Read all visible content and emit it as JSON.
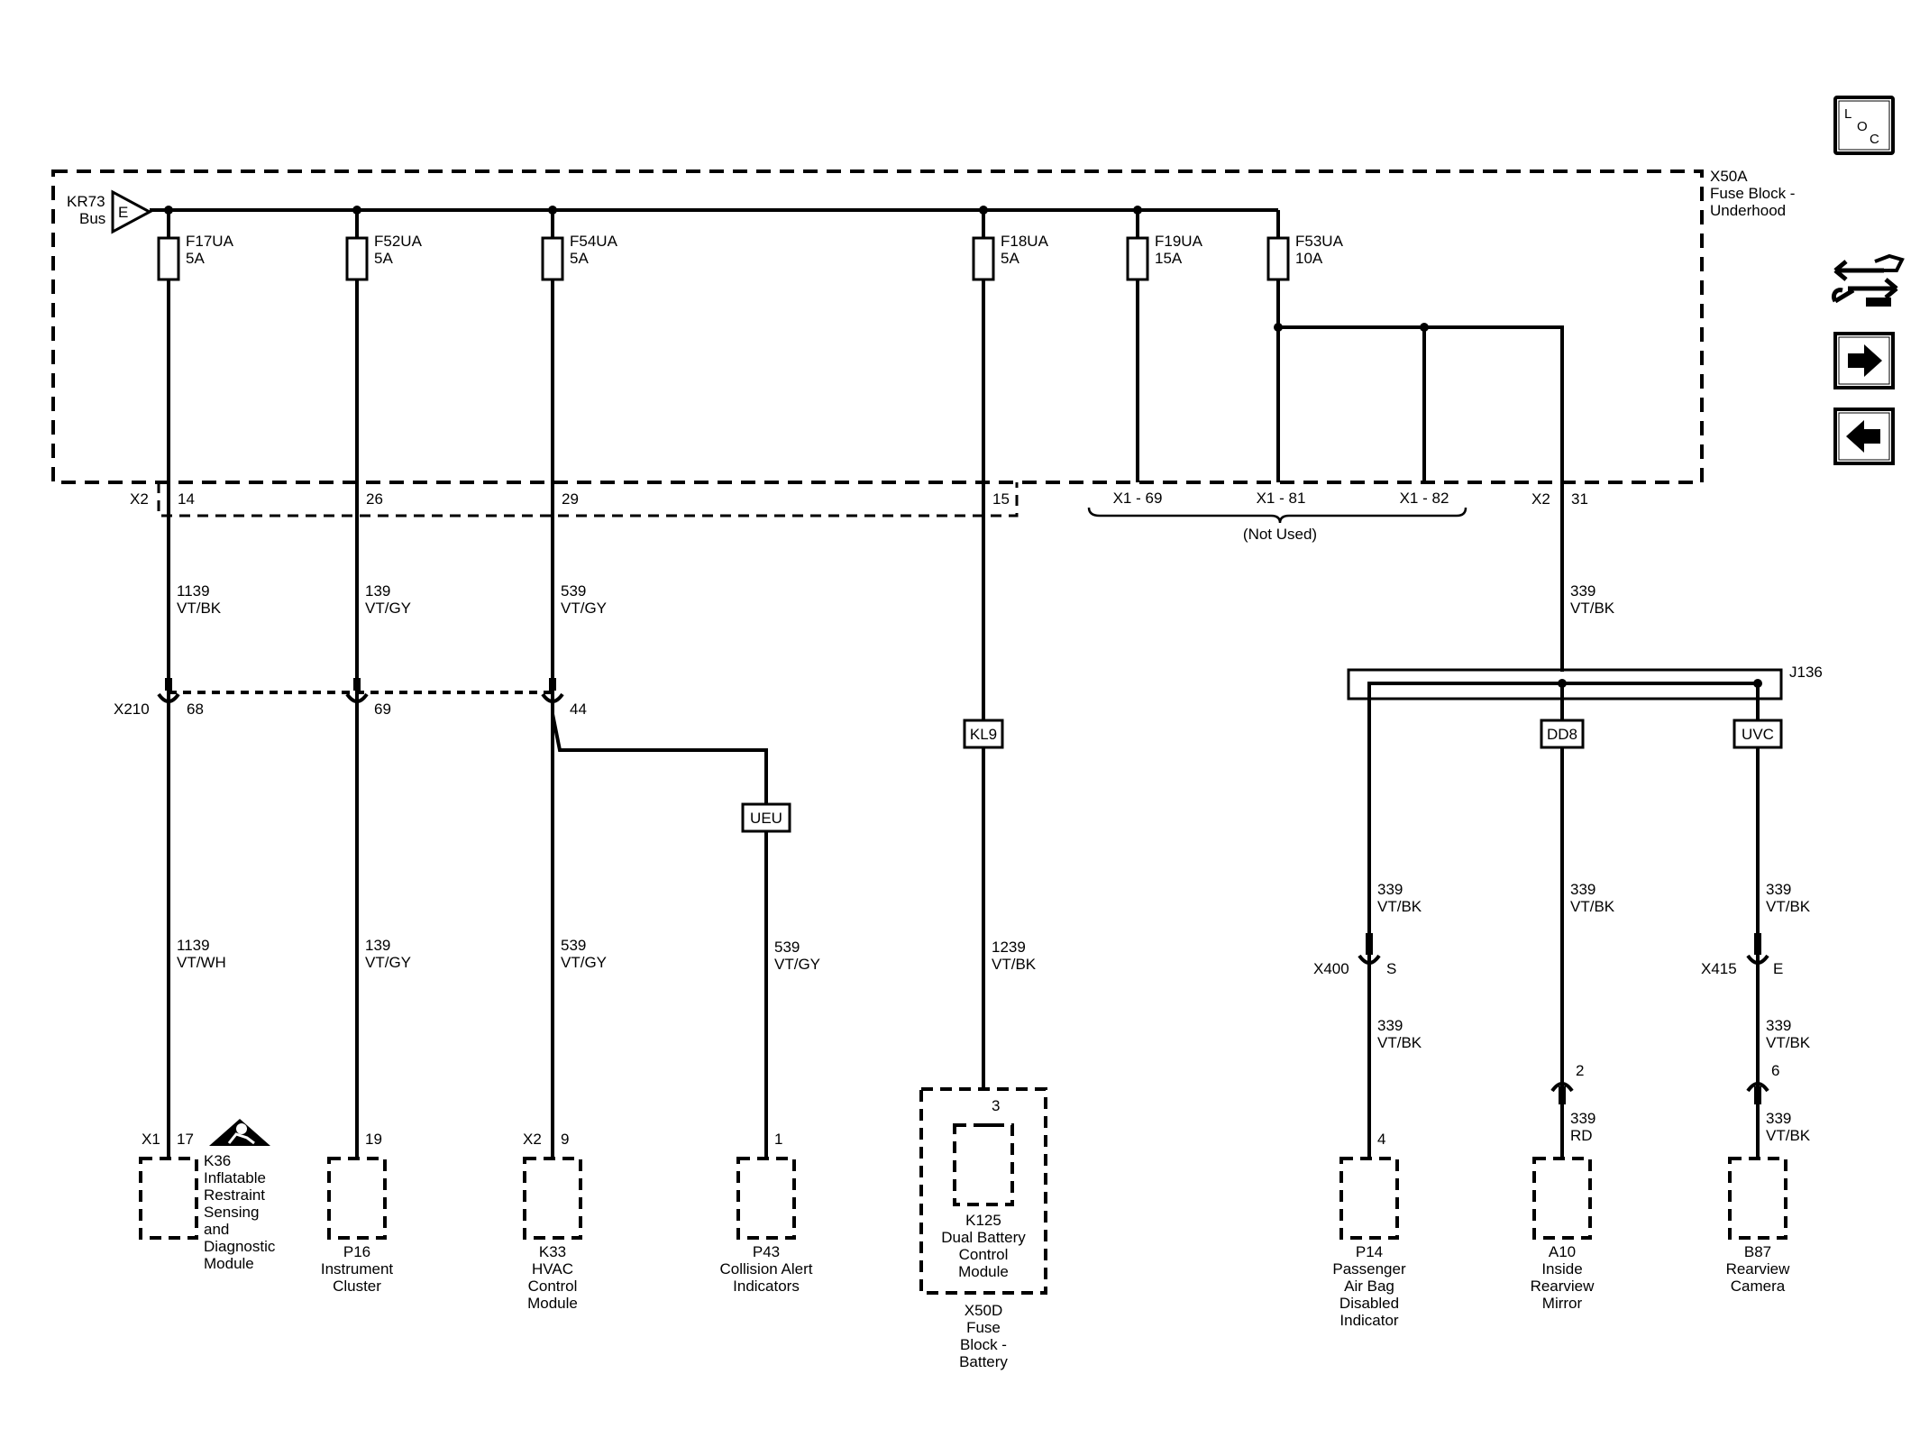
{
  "module": {
    "title": [
      "X50A",
      "Fuse Block -",
      "Underhood"
    ],
    "bus": [
      "KR73",
      "Bus"
    ],
    "bus_pin": "E"
  },
  "fuses": [
    {
      "name": "F17UA",
      "rating": "5A"
    },
    {
      "name": "F52UA",
      "rating": "5A"
    },
    {
      "name": "F54UA",
      "rating": "5A"
    },
    {
      "name": "F18UA",
      "rating": "5A"
    },
    {
      "name": "F19UA",
      "rating": "15A"
    },
    {
      "name": "F53UA",
      "rating": "10A"
    }
  ],
  "outputs": {
    "x2_left": "X2",
    "pins": [
      "14",
      "26",
      "29",
      "15"
    ],
    "x1_pins": [
      "X1 - 69",
      "X1 - 81",
      "X1 - 82"
    ],
    "not_used": "(Not Used)",
    "x2_right": "X2",
    "pin_right": "31"
  },
  "wires": {
    "w1139_top": [
      "1139",
      "VT/BK"
    ],
    "w139_top": [
      "139",
      "VT/GY"
    ],
    "w539_top": [
      "539",
      "VT/GY"
    ],
    "w339_top": [
      "339",
      "VT/BK"
    ],
    "w1139_bot": [
      "1139",
      "VT/WH"
    ],
    "w139_bot": [
      "139",
      "VT/GY"
    ],
    "w539_bot": [
      "539",
      "VT/GY"
    ],
    "w539_p43": [
      "539",
      "VT/GY"
    ],
    "w1239": [
      "1239",
      "VT/BK"
    ],
    "p14_a": [
      "339",
      "VT/BK"
    ],
    "a10_a": [
      "339",
      "VT/BK"
    ],
    "b87_a": [
      "339",
      "VT/BK"
    ],
    "p14_b": [
      "339",
      "VT/BK"
    ],
    "b87_b": [
      "339",
      "VT/BK"
    ],
    "a10_c": [
      "339",
      "RD"
    ],
    "b87_c": [
      "339",
      "VT/BK"
    ]
  },
  "inline": {
    "x210": "X210",
    "x210_pins": [
      "68",
      "69",
      "44"
    ],
    "x400": "X400",
    "x400_pin": "S",
    "x415": "X415",
    "x415_pin": "E",
    "a10_pin": "2",
    "b87_pin": "6"
  },
  "options": {
    "ueu": "UEU",
    "kl9": "KL9",
    "dd8": "DD8",
    "uvc": "UVC"
  },
  "splice": "J136",
  "components": [
    {
      "conn": "X1",
      "pin": "17",
      "label": [
        "K36",
        "Inflatable",
        "Restraint",
        "Sensing",
        "and",
        "Diagnostic",
        "Module"
      ]
    },
    {
      "conn": "",
      "pin": "19",
      "label": [
        "P16",
        "Instrument",
        "Cluster"
      ]
    },
    {
      "conn": "X2",
      "pin": "9",
      "label": [
        "K33",
        "HVAC",
        "Control",
        "Module"
      ]
    },
    {
      "conn": "",
      "pin": "1",
      "label": [
        "P43",
        "Collision Alert",
        "Indicators"
      ]
    },
    {
      "conn": "",
      "pin": "3",
      "label": [
        "K125",
        "Dual Battery",
        "Control",
        "Module"
      ]
    },
    {
      "conn": "",
      "pin": "4",
      "label": [
        "P14",
        "Passenger",
        "Air Bag",
        "Disabled",
        "Indicator"
      ]
    },
    {
      "conn": "",
      "pin": "",
      "label": [
        "A10",
        "Inside",
        "Rearview",
        "Mirror"
      ]
    },
    {
      "conn": "",
      "pin": "",
      "label": [
        "B87",
        "Rearview",
        "Camera"
      ]
    }
  ],
  "x50d": [
    "X50D",
    "Fuse",
    "Block -",
    "Battery"
  ],
  "nav": {
    "loc_letters": [
      "L",
      "O",
      "C"
    ]
  }
}
